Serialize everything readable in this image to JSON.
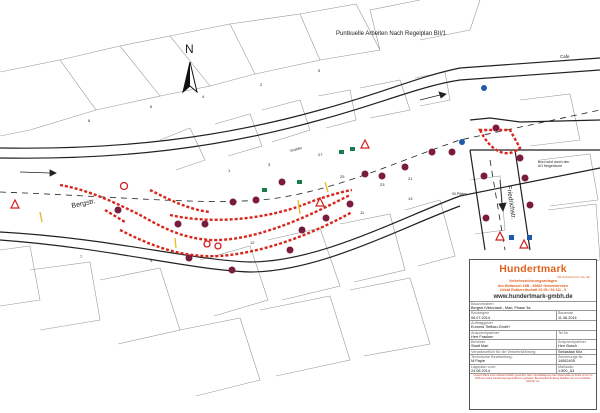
{
  "plan": {
    "title": "Puntkuelle Arbeiten Nach Regelplan BII/1",
    "north_label": "N",
    "street_labels": [
      {
        "text": "Bergstr."
      },
      {
        "text": "Friedrichstr."
      },
      {
        "text": "Cafe"
      },
      {
        "text": "Vorplatz"
      },
      {
        "text": "Bord wird durch den AG freigeräumt"
      },
      {
        "text": "90 Plätze"
      }
    ],
    "house_numbers": [
      "8",
      "6",
      "4",
      "2",
      "5",
      "3",
      "1",
      "25",
      "23",
      "21",
      "27",
      "12",
      "10",
      "11",
      "13",
      "9",
      "7"
    ]
  },
  "title_block": {
    "brand": "Hundertmark",
    "brand_sub": "Mit Sicherheit für Sie da!",
    "company_lines": [
      "Verkehrssicherungsanlagen",
      "Am Weibusch 18B - 45892 Gelsenkirchen",
      "24/std Rufbereitschaft 02 09 / 94 111 - 0"
    ],
    "website": "www.hundertmark-gmbh.de",
    "rows": [
      [
        {
          "label": "Bauvorhaben",
          "value": "Bergstr./Viktoriastr., Marl, Phase 3a"
        }
      ],
      [
        {
          "label": "Baubeginn",
          "value": "06.07.2014"
        },
        {
          "label": "Bauende",
          "value": "11.08.2014"
        }
      ],
      [
        {
          "label": "Auftraggeber",
          "value": "Euronia Tiefbau GmbH"
        }
      ],
      [
        {
          "label": "Ansprechpartner",
          "value": "Herr Franken"
        },
        {
          "label": "Tel.Nr.",
          "value": ""
        }
      ],
      [
        {
          "label": "Behörde",
          "value": "Stadt Marl"
        },
        {
          "label": "Ansprechpartner",
          "value": "Herr Busch"
        }
      ],
      [
        {
          "label": "Verantwortlich für die Verkehrsführung",
          "value": ""
        },
        {
          "label": "",
          "value": "Sebastian Kitz"
        }
      ],
      [
        {
          "label": "Technische Bearbeitung:",
          "value": "M.Papie"
        },
        {
          "label": "Zeichnungs Nr.:",
          "value": "14062405"
        }
      ],
      [
        {
          "label": "Lageplan vom:",
          "value": "24.06.2014"
        },
        {
          "label": "Maßstab:",
          "value": "1:500_A3"
        }
      ]
    ],
    "footer": "Unsere Pläne sind urheberrechtlich geschützt. Eine Vervielfältigung oder Weitergabe an Dritte ist nur im Rahmen eines Genehmigungsverfahrens gestattet. Bei Zuwiderhandlung behalten wir uns rechtliche Schritte vor."
  },
  "colors": {
    "barrier_red": "#d9261c",
    "sign_red": "#d21f1f",
    "tree_purple": "#7a1c3f",
    "light_green": "#1a7a4c",
    "brand_orange": "#e1601f",
    "road_line": "#222222",
    "building_line": "#9a9a9a"
  }
}
